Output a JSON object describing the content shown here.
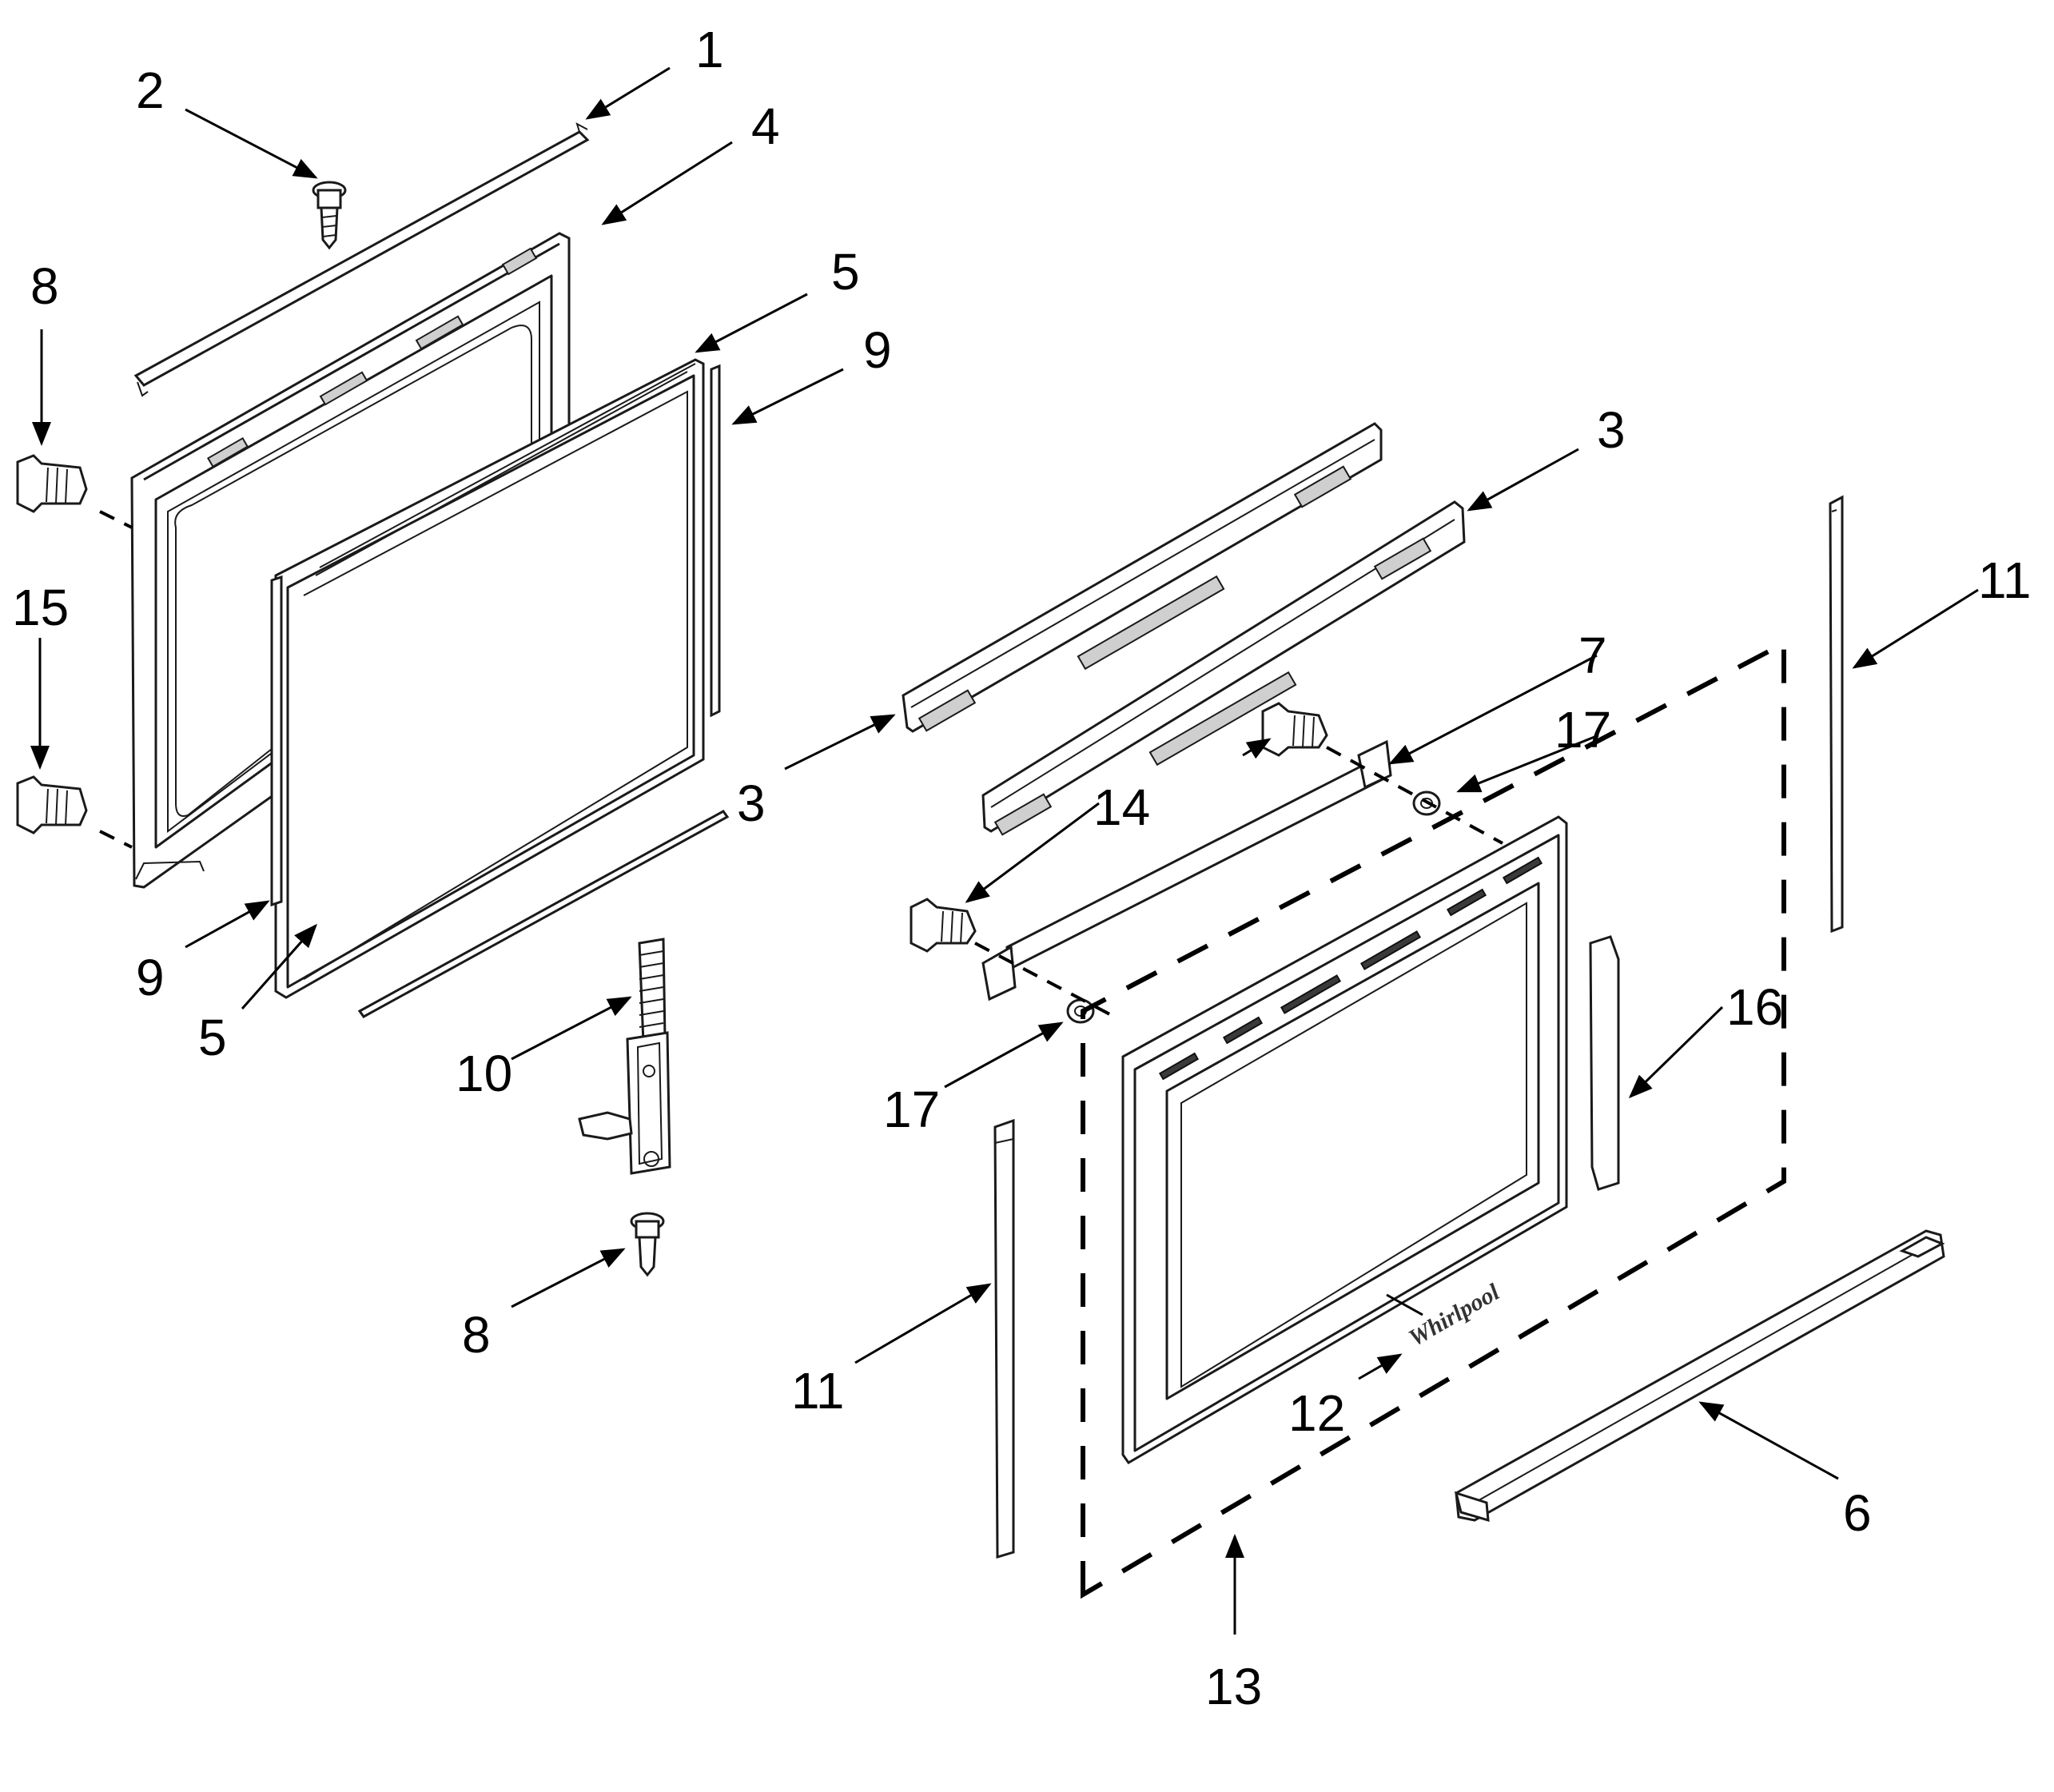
{
  "diagram": {
    "callouts": [
      "1",
      "2",
      "3",
      "4",
      "5",
      "6",
      "7",
      "8",
      "9",
      "10",
      "11",
      "12",
      "13",
      "14",
      "15",
      "16",
      "17"
    ],
    "logo_text": "Whirlpool"
  }
}
